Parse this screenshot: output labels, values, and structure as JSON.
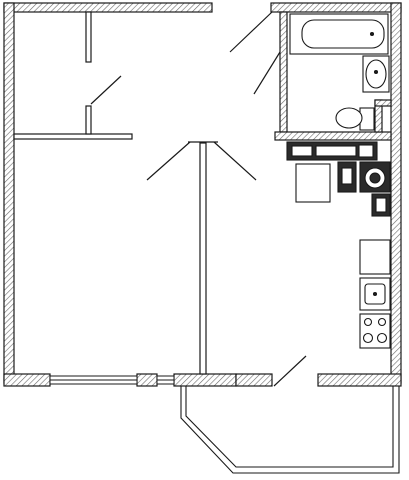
{
  "plan": {
    "colors": {
      "wall_fill": "#ffffff",
      "wall_hatch": "#555555",
      "line": "#1a1a1a",
      "fixture_fill": "#ffffff",
      "appliance_dark": "#2b2b2b"
    },
    "rooms": [
      "room",
      "kitchen",
      "hallway",
      "bathroom",
      "loggia"
    ],
    "fixtures": [
      "bathtub",
      "sink",
      "toilet",
      "washing-machine",
      "boiler",
      "kitchen-sink",
      "stove",
      "counter"
    ],
    "watermark": ""
  }
}
